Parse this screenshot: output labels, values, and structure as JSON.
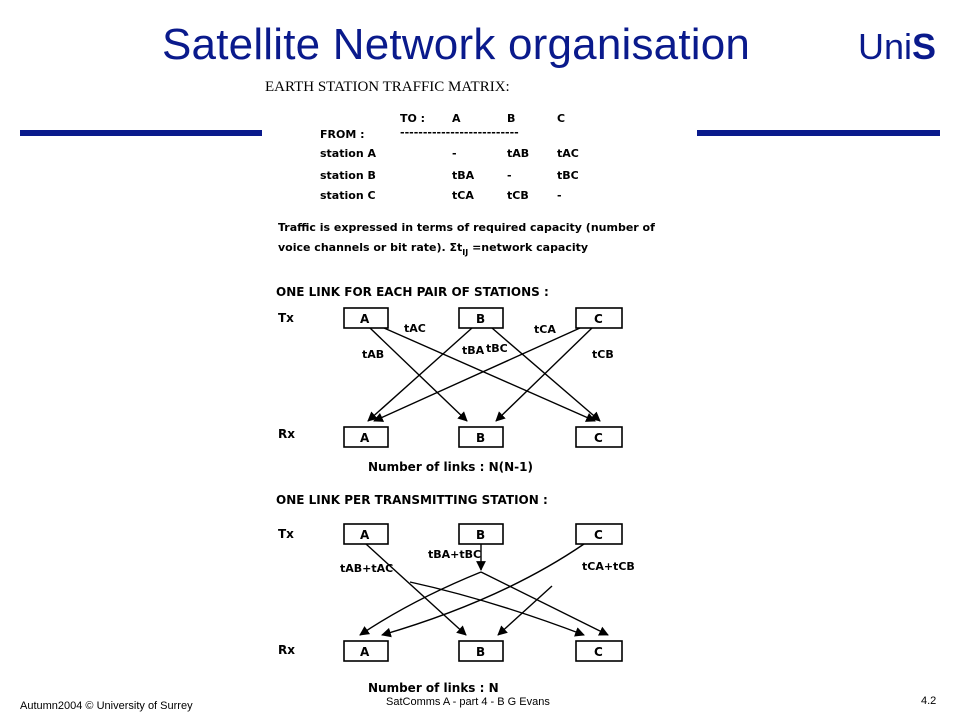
{
  "slide": {
    "title": "Satellite Network organisation",
    "logo": {
      "uni": "Uni",
      "s": "S"
    },
    "subtitle": "EARTH STATION TRAFFIC MATRIX:",
    "footer_left": "Autumn2004 © University of Surrey",
    "footer_center": "SatComms A - part 4 - B G Evans",
    "page_number": "4.2"
  },
  "matrix": {
    "to_label": "TO :",
    "from_label": "FROM :",
    "dashes": "--------------------------",
    "columns": [
      "A",
      "B",
      "C"
    ],
    "rows": [
      {
        "label": "station A",
        "cells": [
          "-",
          "tAB",
          "tAC"
        ]
      },
      {
        "label": "station B",
        "cells": [
          "tBA",
          "-",
          "tBC"
        ]
      },
      {
        "label": "station C",
        "cells": [
          "tCA",
          "tCB",
          "-"
        ]
      }
    ]
  },
  "traffic_note": {
    "line1": "Traffic is expressed in terms of required capacity (number of",
    "line2_a": "voice channels or bit rate). Σt",
    "line2_sub": "IJ",
    "line2_b": " =network capacity"
  },
  "diagram1": {
    "heading": "ONE LINK FOR EACH PAIR OF STATIONS :",
    "tx_label": "Tx",
    "rx_label": "Rx",
    "stations": [
      "A",
      "B",
      "C"
    ],
    "link_labels": [
      "tAC",
      "tAB",
      "tBA",
      "tBC",
      "tCA",
      "tCB"
    ],
    "caption": "Number of links : N(N-1)"
  },
  "diagram2": {
    "heading": "ONE LINK PER TRANSMITTING STATION :",
    "tx_label": "Tx",
    "rx_label": "Rx",
    "stations": [
      "A",
      "B",
      "C"
    ],
    "label_a": "tAB+tAC",
    "label_b": "tBA+tBC",
    "label_c": "tCA+tCB",
    "caption": "Number of links : N"
  }
}
